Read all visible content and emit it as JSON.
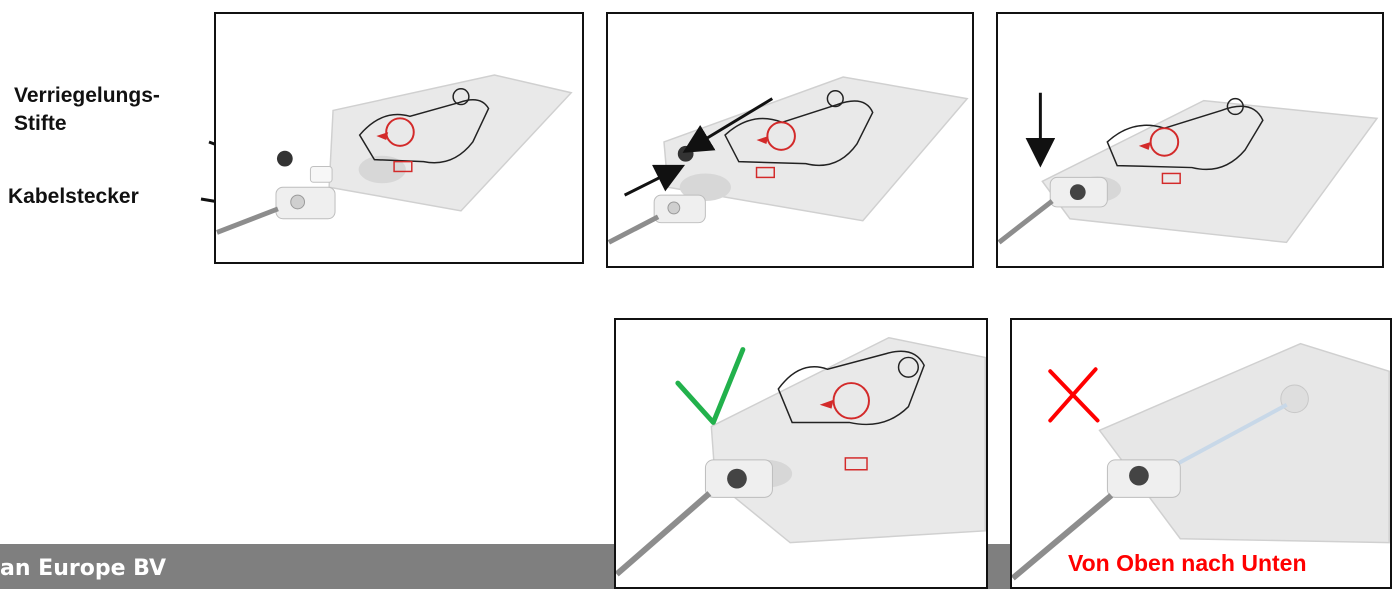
{
  "labels": {
    "locking_pins": "Verriegelungs-\nStifte",
    "cable_plug": "Kabelstecker"
  },
  "footer": {
    "company_fragment": "an Europe BV"
  },
  "caption": "Von Oben nach Unten",
  "colors": {
    "check": "#22b14c",
    "cross": "#ff0000",
    "footer_bar": "#7f7f7f",
    "pad_red": "#d32a2a"
  }
}
